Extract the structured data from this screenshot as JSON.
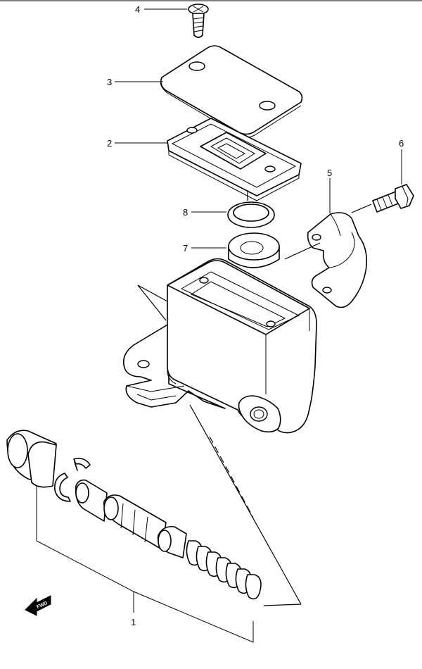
{
  "callouts": [
    {
      "id": "1",
      "label": "1"
    },
    {
      "id": "2",
      "label": "2"
    },
    {
      "id": "3",
      "label": "3"
    },
    {
      "id": "4",
      "label": "4"
    },
    {
      "id": "5",
      "label": "5"
    },
    {
      "id": "6",
      "label": "6"
    },
    {
      "id": "7",
      "label": "7"
    },
    {
      "id": "8",
      "label": "8"
    }
  ],
  "direction_indicator": {
    "label": "FWD"
  }
}
